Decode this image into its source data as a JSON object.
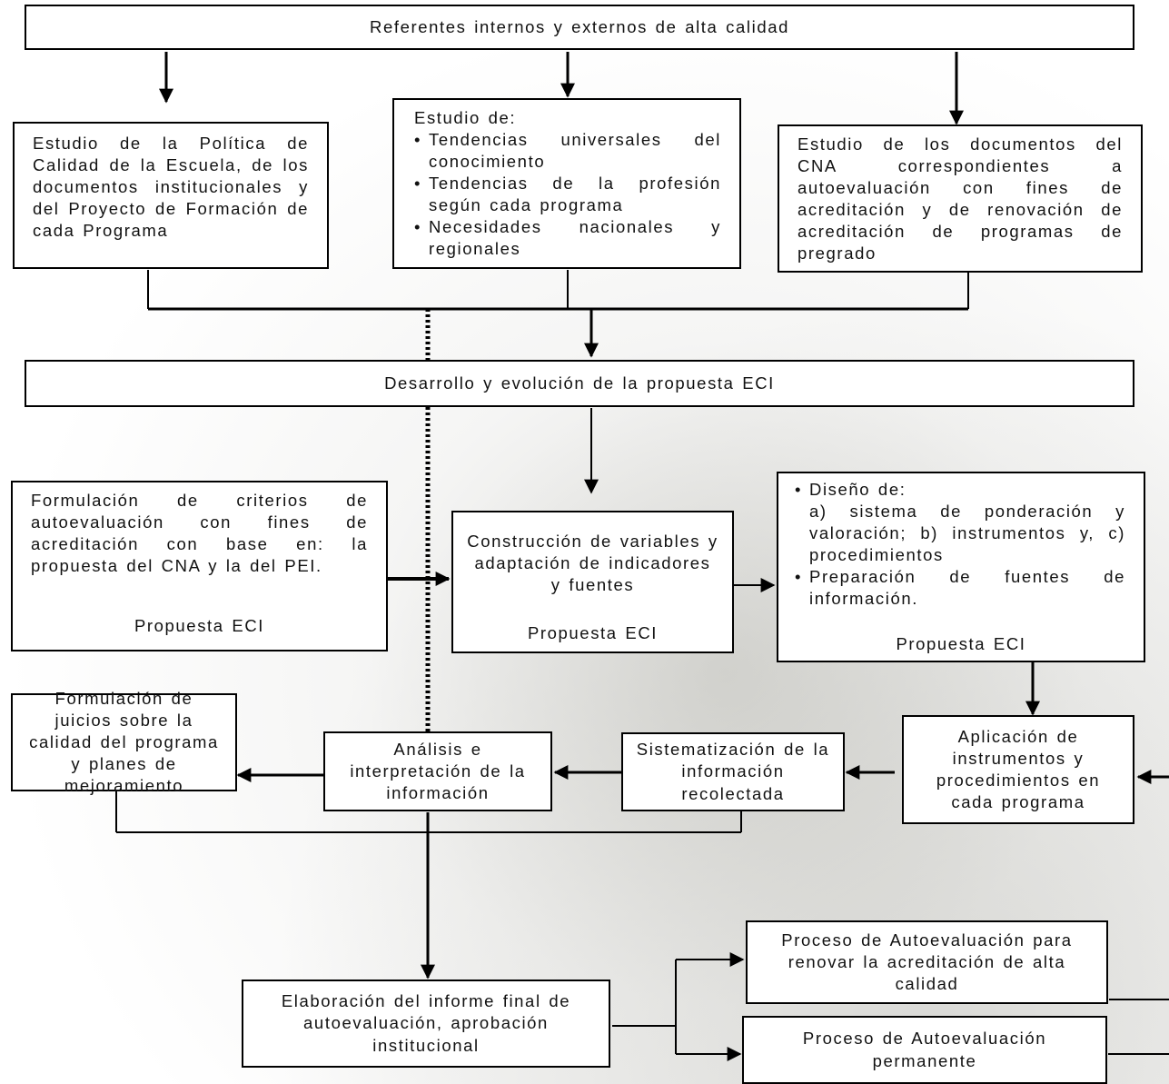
{
  "nodes": {
    "referentes": "Referentes internos y externos de alta calidad",
    "politica": "Estudio de la Política de Calidad de la Escuela, de los documentos institucionales y del Proyecto de Formación de cada Programa",
    "estudio": {
      "heading": "Estudio de:",
      "items": [
        "Tendencias universales del conocimiento",
        "Tendencias de la profesión según cada programa",
        "Necesidades nacionales y regionales"
      ]
    },
    "cna_docs": "Estudio de los documentos del CNA correspondientes a autoevaluación con fines de acreditación y de renovación de acreditación de programas de pregrado",
    "desarrollo": "Desarrollo y evolución de la propuesta ECI",
    "formulacion_criterios": {
      "text": "Formulación de criterios de autoevaluación con fines de acreditación con base en: la propuesta del CNA y la del PEI.",
      "footer": "Propuesta ECI"
    },
    "construccion": {
      "text": "Construcción de variables y adaptación de indicadores y fuentes",
      "footer": "Propuesta ECI"
    },
    "diseno": {
      "heading": "Diseño de:",
      "sub": "a) sistema de ponderación y valoración; b) instrumentos y, c) procedimientos",
      "item2": "Preparación de fuentes de información.",
      "footer": "Propuesta ECI"
    },
    "juicios": "Formulación de juicios sobre la calidad del programa y planes de mejoramiento",
    "analisis": "Análisis e interpretación de la información",
    "sistematizacion": "Sistematización de la información recolectada",
    "aplicacion": "Aplicación de instrumentos y procedimientos en cada programa",
    "renovar": "Proceso de Autoevaluación para renovar la acreditación de alta calidad",
    "informe": "Elaboración del informe final de autoevaluación, aprobación institucional",
    "permanente": "Proceso de Autoevaluación permanente"
  },
  "colors": {
    "line": "#000000",
    "box_fill": "#ffffff"
  }
}
